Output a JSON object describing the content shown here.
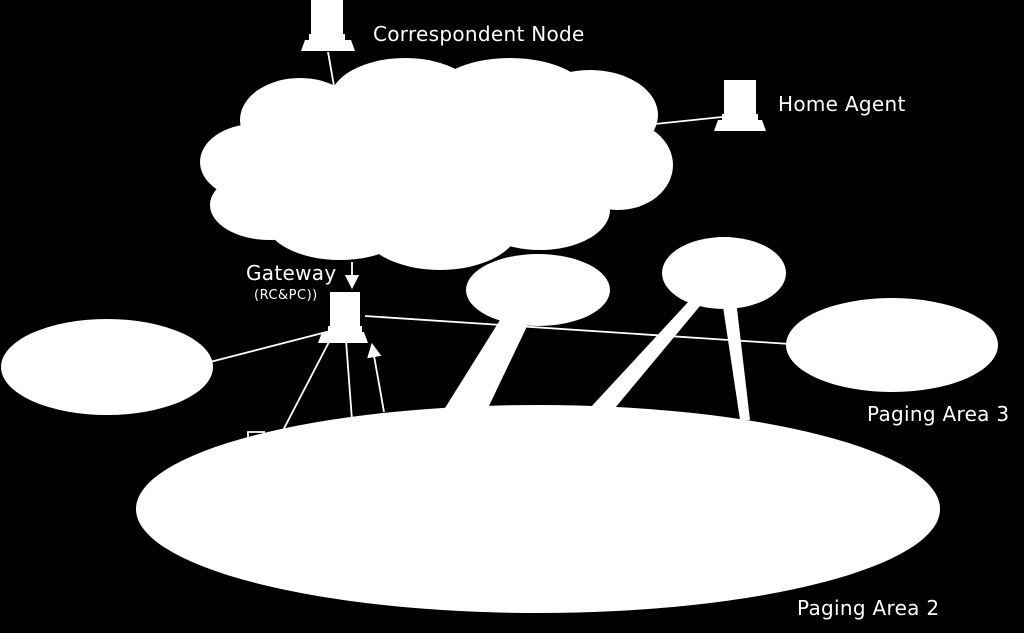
{
  "colors": {
    "background": "#000000",
    "foreground": "#ffffff"
  },
  "nodes": {
    "correspondent_node": "Correspondent Node",
    "home_agent": "Home Agent",
    "gateway": "Gateway",
    "gateway_role": "(RC&PC))"
  },
  "areas": {
    "paging_area_2": "Paging Area 2",
    "paging_area_3": "Paging Area 3"
  },
  "icons": [
    "computer-terminal-icon",
    "network-cloud-shape"
  ]
}
